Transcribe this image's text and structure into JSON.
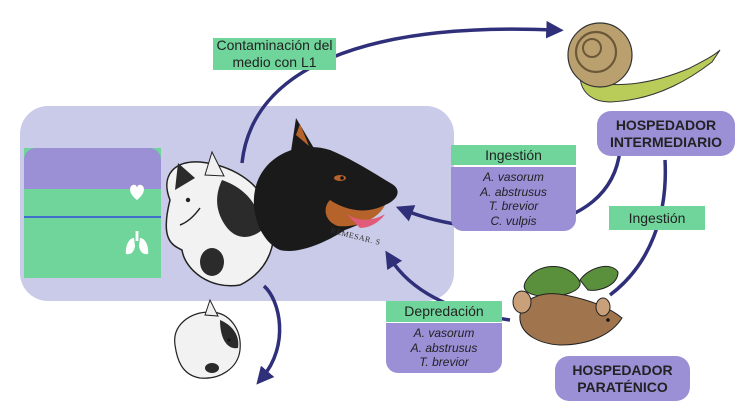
{
  "labels": {
    "contamination_line1": "Contaminación del",
    "contamination_line2": "medio con L1",
    "ingestion_left": "Ingestión",
    "ingestion_right": "Ingestión",
    "depredation": "Depredación",
    "intermediate_host_line1": "HOSPEDADOR",
    "intermediate_host_line2": "INTERMEDIARIO",
    "paratenic_host_line1": "HOSPEDADOR",
    "paratenic_host_line2": "PARATÉNICO",
    "artist_signature": "REMESAR. S"
  },
  "ingestion_species": [
    "A. vasorum",
    "A. abstrusus",
    "T. brevior",
    "C. vulpis"
  ],
  "depredation_species": [
    "A. vasorum",
    "A. abstrusus",
    "T. brevior"
  ],
  "icons": [
    "heart-icon",
    "lungs-icon"
  ],
  "colors": {
    "panel": "#c9cbe8",
    "green": "#6fd59b",
    "lilac": "#9b8fd6",
    "arrow": "#2f2f7a",
    "divider": "#3f6ecb"
  }
}
